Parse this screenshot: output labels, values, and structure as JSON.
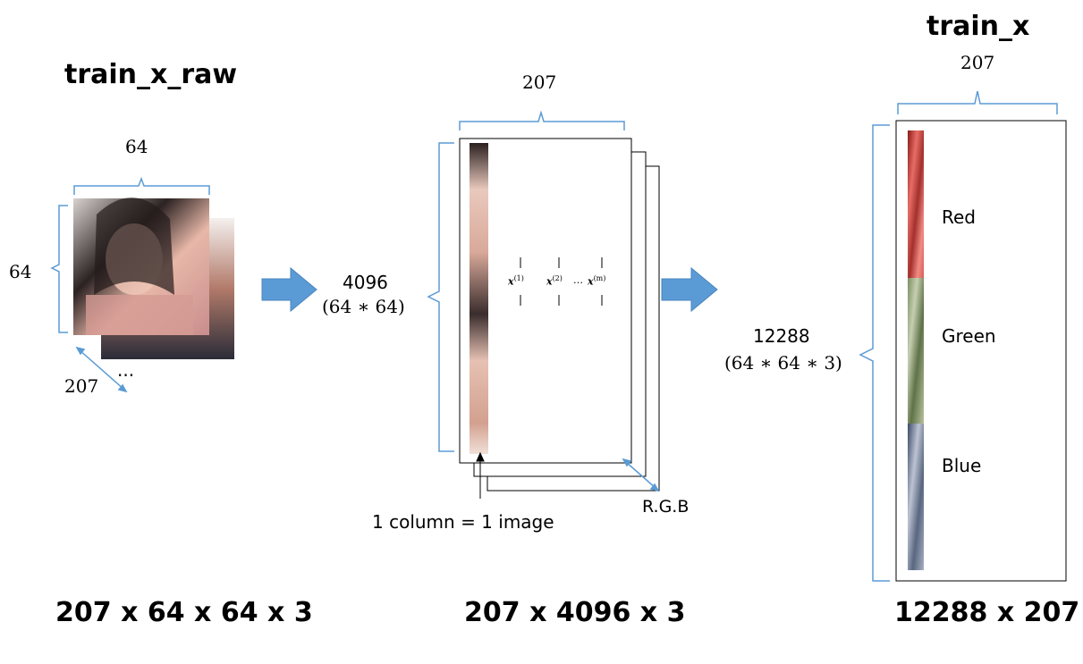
{
  "titles": {
    "left": "train_x_raw",
    "right": "train_x"
  },
  "left_block": {
    "width_label": "64",
    "height_label": "64",
    "depth_label": "207",
    "ellipsis": "..."
  },
  "middle_block": {
    "width_label": "207",
    "height_label": "4096",
    "height_expr": "(64 ∗ 64)",
    "col1": "x",
    "col1_sup": "(1)",
    "col2": "x",
    "col2_sup": "(2)",
    "col_ellipsis": "…",
    "col3": "x",
    "col3_sup": "(m)",
    "column_note": "1 column = 1 image",
    "channels_label": "R.G.B"
  },
  "right_block": {
    "width_label": "207",
    "height_label": "12288",
    "height_expr": "(64 ∗ 64 ∗ 3)",
    "channels": [
      "Red",
      "Green",
      "Blue"
    ]
  },
  "bottom_dims": {
    "left": "207 x 64 x 64 x 3",
    "middle": "207 x 4096 x 3",
    "right": "12288 x 207"
  },
  "colors": {
    "arrow": "#5B9BD5",
    "brace": "#5B9BD5",
    "red_strip": "#E07068",
    "green_strip": "#8FA07A",
    "blue_strip": "#8C98AE"
  }
}
